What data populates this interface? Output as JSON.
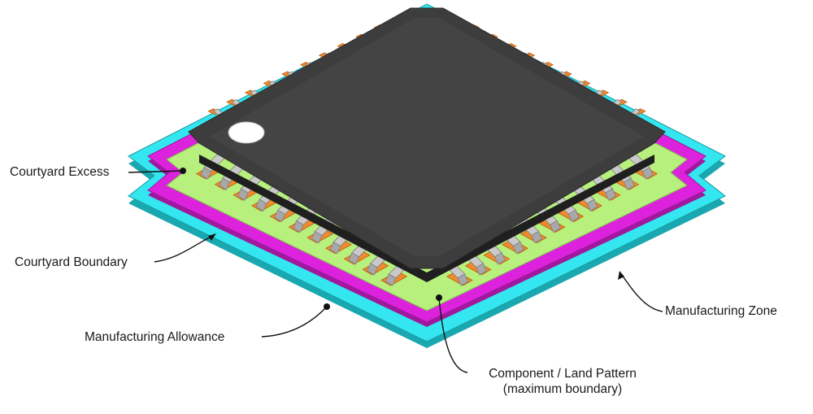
{
  "labels": {
    "courtyard_excess": "Courtyard Excess",
    "courtyard_boundary": "Courtyard Boundary",
    "manufacturing_allowance": "Manufacturing Allowance",
    "manufacturing_zone": "Manufacturing Zone",
    "land_pattern_line1": "Component / Land Pattern",
    "land_pattern_line2": "(maximum boundary)"
  },
  "colors": {
    "manufacturing_zone": "#33e6ef",
    "courtyard_boundary": "#dd22dd",
    "land_pattern_area": "#b8f07e",
    "pads": "#f08a2c",
    "leads": "#c9c9c9",
    "body": "#3d3d3d",
    "pin1_dot": "#ffffff"
  },
  "icons": {
    "callout_dot": "filled-circle",
    "callout_arrow": "arrowhead"
  }
}
